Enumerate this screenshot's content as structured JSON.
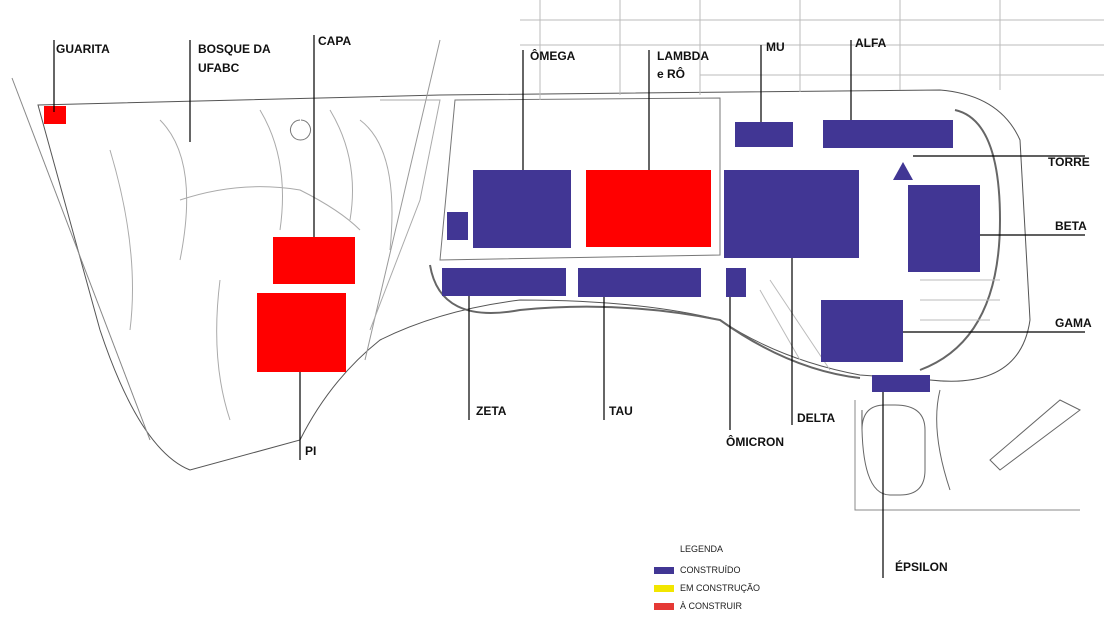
{
  "colors": {
    "built": "#413694",
    "under_construction": "#f2e600",
    "to_build": "#ff0000",
    "legend_to_build": "#e53935"
  },
  "labels": {
    "guarita": "GUARITA",
    "bosque_1": "BOSQUE DA",
    "bosque_2": "UFABC",
    "capa": "CAPA",
    "omega": "ÔMEGA",
    "lambda_1": "LAMBDA",
    "lambda_2": "e RÔ",
    "mu": "MU",
    "alfa": "ALFA",
    "torre": "TORRE",
    "beta": "BETA",
    "gama": "GAMA",
    "zeta": "ZETA",
    "tau": "TAU",
    "omicron": "ÔMICRON",
    "delta": "DELTA",
    "pi": "PI",
    "epsilon": "ÉPSILON"
  },
  "legend": {
    "title": "LEGENDA",
    "items": [
      {
        "label": "CONSTRUÍDO",
        "status": "built"
      },
      {
        "label": "EM CONSTRUÇÃO",
        "status": "under_construction"
      },
      {
        "label": "À CONSTRUIR",
        "status": "to_build"
      }
    ]
  }
}
